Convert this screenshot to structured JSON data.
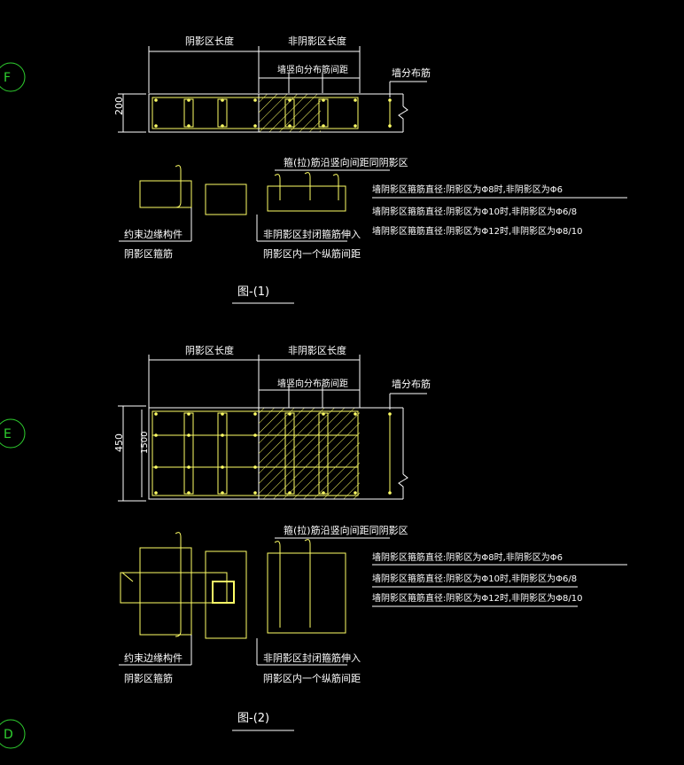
{
  "grid_axes": {
    "f": "F",
    "e": "E",
    "d": "D"
  },
  "figure1": {
    "dim_shadow_len": "阴影区长度",
    "dim_nonshadow_len": "非阴影区长度",
    "dim_wall_spacing": "墙竖向分布筋间距",
    "wall_dist_bar": "墙分布筋",
    "dim_thickness": "200",
    "tie_note": "箍(拉)筋沿竖向间距同阴影区",
    "note_line1": "墙阴影区箍筋直径:阴影区为Φ8时,非阴影区为Φ6",
    "note_line2": "墙阴影区箍筋直径:阴影区为Φ10时,非阴影区为Φ6/8",
    "note_line3": "墙阴影区箍筋直径:阴影区为Φ12时,非阴影区为Φ8/10",
    "label_member_1": "约束边缘构件",
    "label_member_2": "阴影区箍筋",
    "label_nonshadow_1": "非阴影区封闭箍筋伸入",
    "label_nonshadow_2": "阴影区内一个纵筋间距",
    "caption": "图-(1)"
  },
  "figure2": {
    "dim_shadow_len": "阴影区长度",
    "dim_nonshadow_len": "非阴影区长度",
    "dim_wall_spacing": "墙竖向分布筋间距",
    "wall_dist_bar": "墙分布筋",
    "dim_outer": "450",
    "dim_inner": "1500",
    "tie_note": "箍(拉)筋沿竖向间距同阴影区",
    "note_line1": "墙阴影区箍筋直径:阴影区为Φ8时,非阴影区为Φ6",
    "note_line2": "墙阴影区箍筋直径:阴影区为Φ10时,非阴影区为Φ6/8",
    "note_line3": "墙阴影区箍筋直径:阴影区为Φ12时,非阴影区为Φ8/10",
    "label_member_1": "约束边缘构件",
    "label_member_2": "阴影区箍筋",
    "label_nonshadow_1": "非阴影区封闭箍筋伸入",
    "label_nonshadow_2": "阴影区内一个纵筋间距",
    "caption": "图-(2)"
  },
  "colors": {
    "background": "#000000",
    "rebar": "#ffff66",
    "axis": "#2fd12f",
    "text": "#ffffff",
    "tie": "#ffb000"
  }
}
